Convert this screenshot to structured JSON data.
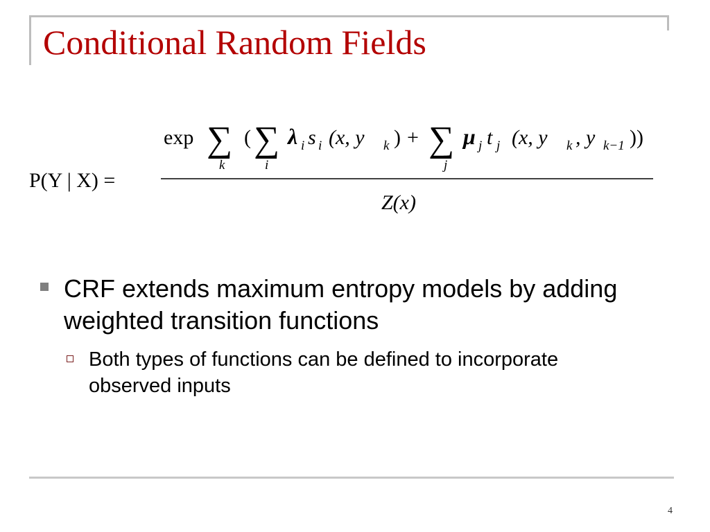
{
  "slide": {
    "title": "Conditional Random Fields",
    "equation": {
      "lhs": "P(Y | X) =",
      "exp": "exp",
      "sum_symbol": "∑",
      "open_paren": "(",
      "close_parens": "))",
      "lambda": "λ",
      "mu": "μ",
      "s_term": "s",
      "t_term": "t",
      "plus": "+",
      "args_first": "(x, y",
      "args_first_close": ")",
      "args_second": "(x, y",
      "args_second_mid": ", y",
      "sub_i": "i",
      "sub_j": "j",
      "sub_k": "k",
      "sub_k_minus_1": "k−1",
      "denominator": "Z(x)"
    },
    "bullets": [
      {
        "text": "CRF extends maximum entropy models by adding weighted transition functions",
        "sub_bullets": [
          {
            "text": "Both types of functions can be defined to incorporate observed inputs"
          }
        ]
      }
    ],
    "page_number": "4",
    "colors": {
      "title": "#b30000",
      "frame": "#bdbdbd",
      "bullet_marker": "#808080",
      "sub_bullet_marker": "#7a1f1f"
    }
  }
}
